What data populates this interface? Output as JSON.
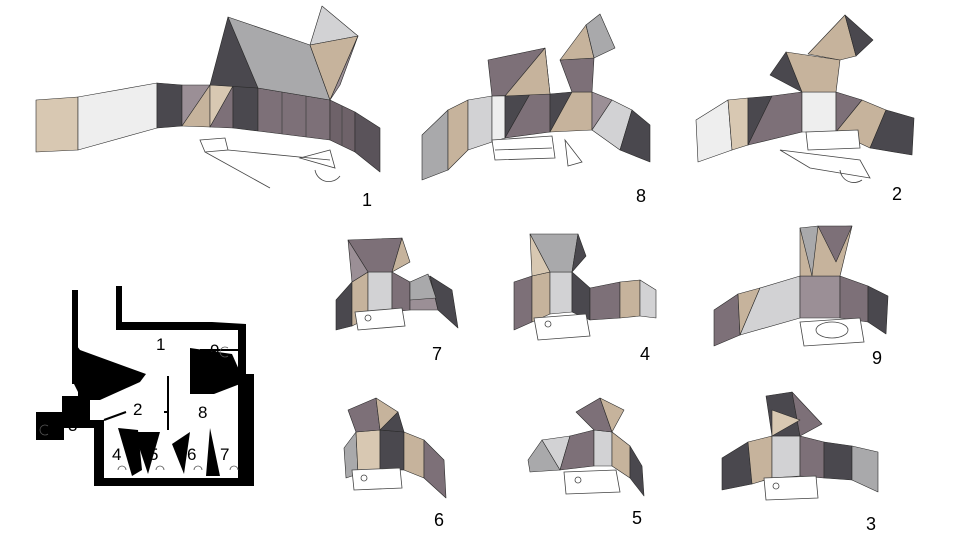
{
  "colors": {
    "dark": "#4a484e",
    "mauve": "#7d7078",
    "mauve_light": "#9b8f96",
    "tan": "#c6b39c",
    "tan_light": "#d8c8b2",
    "grey": "#a9a9ab",
    "grey_light": "#d2d2d4",
    "white": "#eeeeee",
    "black": "#000000"
  },
  "plan": {
    "labels": [
      "1",
      "9",
      "2",
      "8",
      "3",
      "4",
      "5",
      "6",
      "7"
    ]
  },
  "figures": [
    {
      "id": "fig-1",
      "label": "1"
    },
    {
      "id": "fig-8",
      "label": "8"
    },
    {
      "id": "fig-2",
      "label": "2"
    },
    {
      "id": "fig-7",
      "label": "7"
    },
    {
      "id": "fig-4",
      "label": "4"
    },
    {
      "id": "fig-9",
      "label": "9"
    },
    {
      "id": "fig-6",
      "label": "6"
    },
    {
      "id": "fig-5",
      "label": "5"
    },
    {
      "id": "fig-3",
      "label": "3"
    }
  ]
}
